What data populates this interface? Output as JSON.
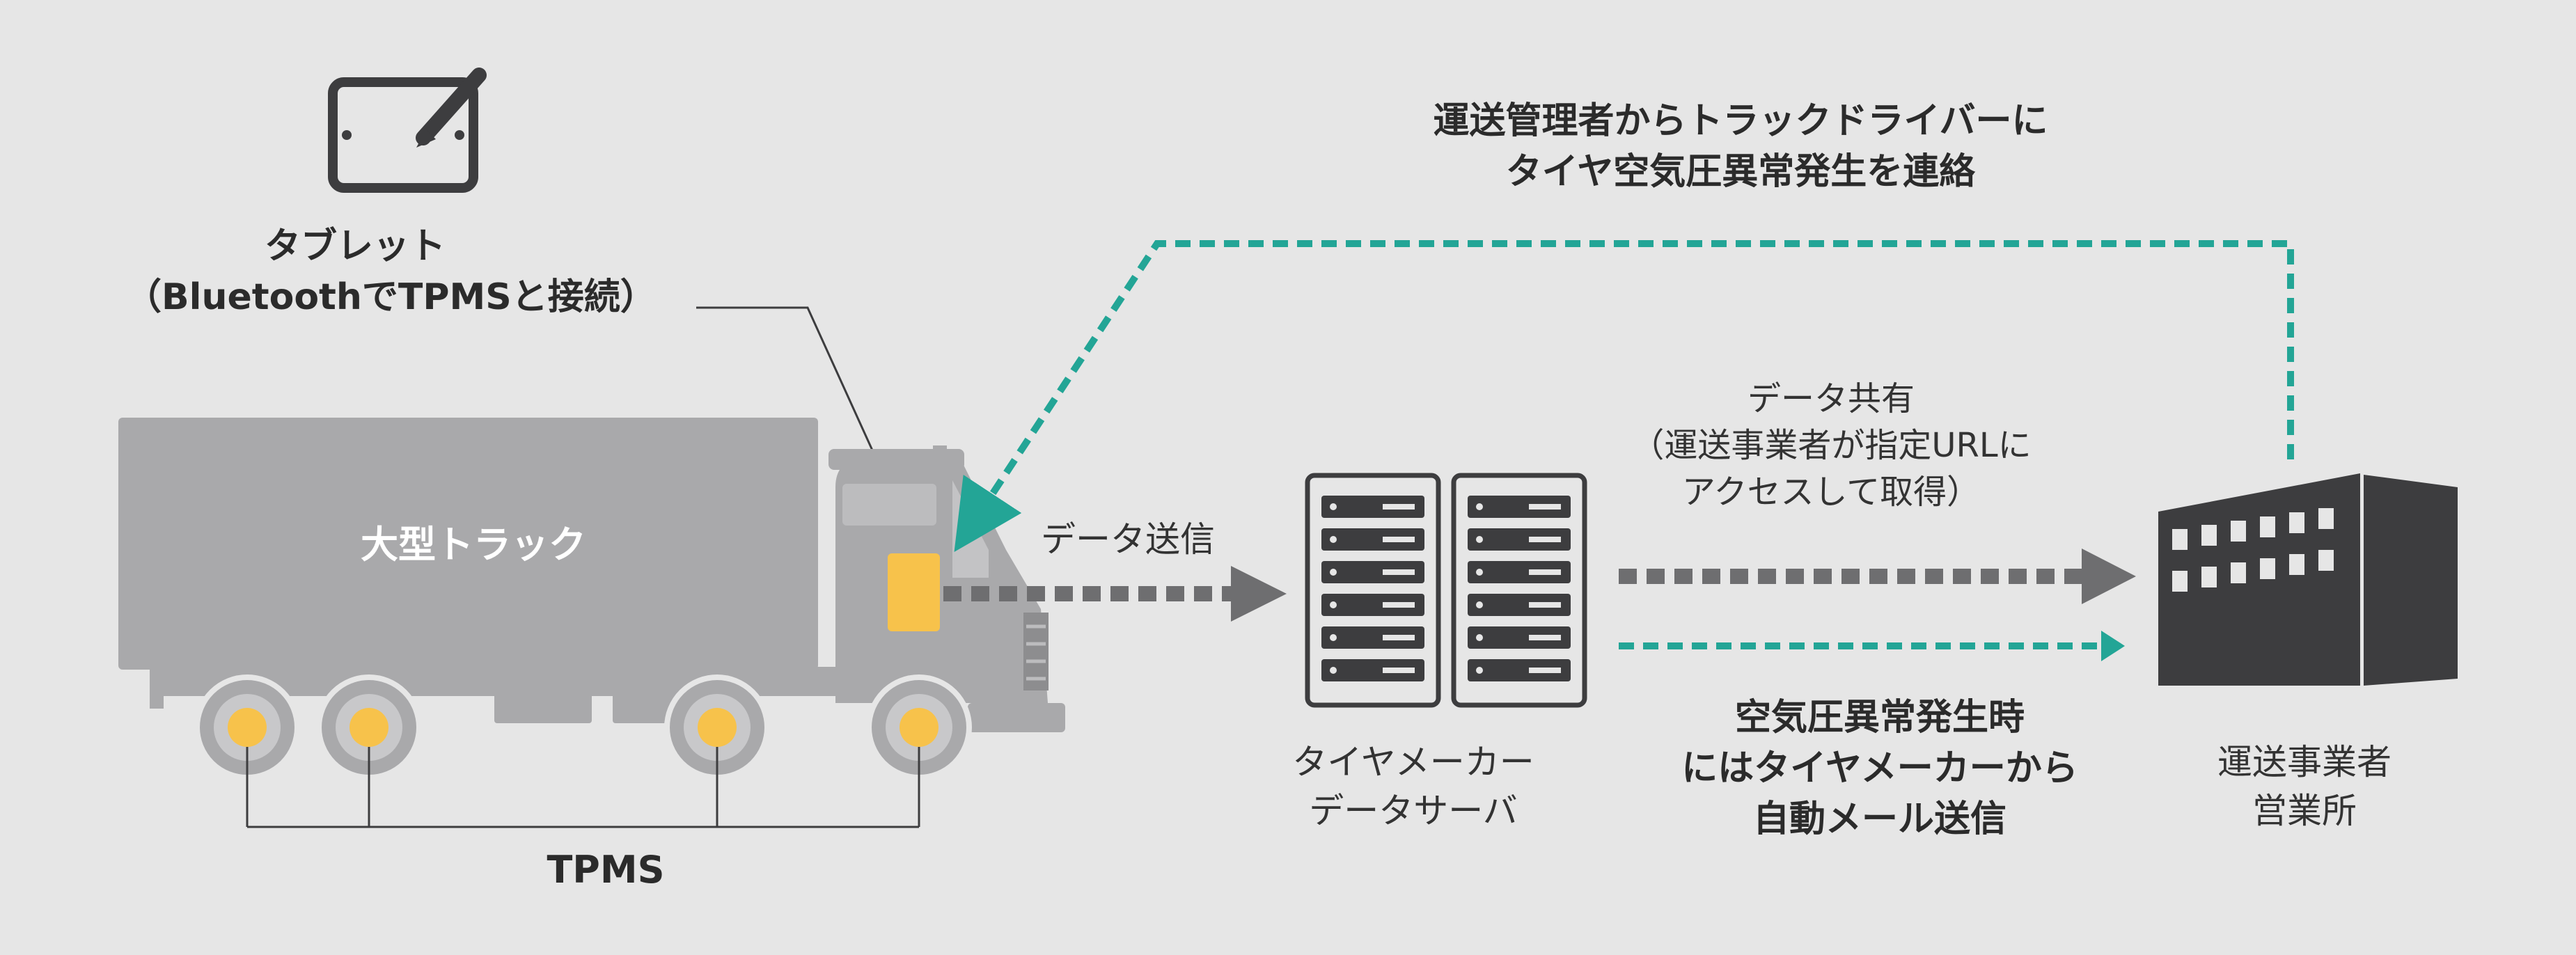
{
  "labels": {
    "tablet_title": "タブレット",
    "tablet_sub": "（BluetoothでTPMSと接続）",
    "truck": "大型トラック",
    "tpms": "TPMS",
    "data_send": "データ送信",
    "share_line1": "データ共有",
    "share_line2": "（運送事業者が指定URLに",
    "share_line3": "アクセスして取得）",
    "server_line1": "タイヤメーカー",
    "server_line2": "データサーバ",
    "auto_line1": "空気圧異常発生時",
    "auto_line2": "にはタイヤメーカーから",
    "auto_line3": "自動メール送信",
    "office_line1": "運送事業者",
    "office_line2": "営業所",
    "mgr_line1": "運送管理者からトラックドライバーに",
    "mgr_line2": "タイヤ空気圧異常発生を連絡"
  },
  "icons": {
    "tablet": "tablet-with-pen-icon",
    "truck": "truck-icon",
    "server": "server-rack-icon",
    "office": "office-building-icon"
  },
  "colors": {
    "background": "#e6e6e6",
    "truck": "#a9a9ab",
    "sensor": "#f7c24b",
    "dark": "#3d3d3f",
    "arrow_gray": "#6e6e70",
    "teal": "#23a596"
  }
}
